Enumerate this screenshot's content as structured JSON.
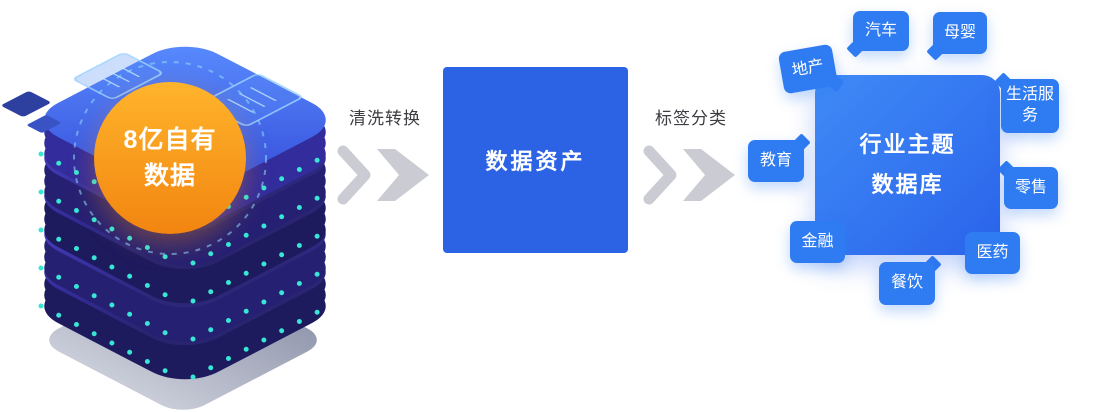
{
  "illustration": {
    "badge_line1": "8亿自有",
    "badge_line2": "数据"
  },
  "flow": {
    "step1_label": "清洗转换",
    "step2_label": "标签分类"
  },
  "asset_box": {
    "label": "数据资产"
  },
  "cluster": {
    "title_line1": "行业主题",
    "title_line2": "数据库",
    "tags": [
      {
        "label": "地产"
      },
      {
        "label": "汽车"
      },
      {
        "label": "母婴"
      },
      {
        "label": "生活服务"
      },
      {
        "label": "教育"
      },
      {
        "label": "零售"
      },
      {
        "label": "金融"
      },
      {
        "label": "医药"
      },
      {
        "label": "餐饮"
      }
    ]
  },
  "colors": {
    "primary_blue": "#2b63e4",
    "tag_blue": "#2f7cf2",
    "accent_orange": "#f28510",
    "arrow_gray": "#cbccd3",
    "teal_dot": "#38e6d4"
  }
}
